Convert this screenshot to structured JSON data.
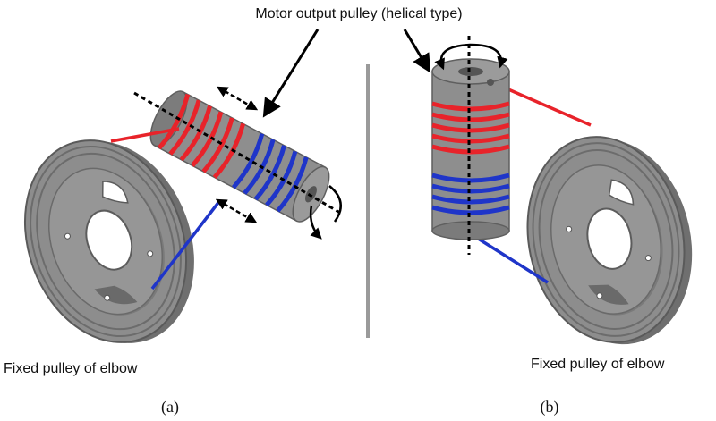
{
  "header": {
    "title": "Motor output pulley (helical type)"
  },
  "panels": [
    {
      "caption": "Fixed pulley of elbow",
      "label": "(a)"
    },
    {
      "caption": "Fixed pulley of elbow",
      "label": "(b)"
    }
  ],
  "colors": {
    "upper_cable": "#e8232a",
    "lower_cable": "#1f35c9",
    "metal": "#8b8b8b",
    "metal_dark": "#5f5f5f",
    "divider": "#9a9a9a"
  }
}
